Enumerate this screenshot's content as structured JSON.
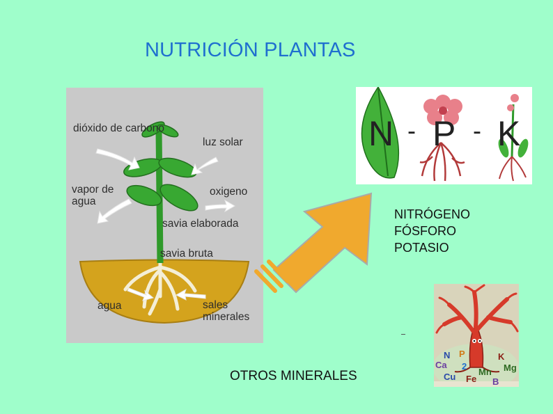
{
  "title": "NUTRICIÓN PLANTAS",
  "plant_diagram": {
    "labels": {
      "dioxido": "dióxido de carbono",
      "luz": "luz solar",
      "vapor": "vapor de agua",
      "oxigeno": "oxigeno",
      "savia_elaborada": "savia elaborada",
      "savia_bruta": "savia bruta",
      "agua": "agua",
      "sales": "sales minerales"
    }
  },
  "npk_graphic": {
    "letters": [
      "N",
      "P",
      "K"
    ],
    "dash": "-"
  },
  "nutrients": [
    "NITRÓGENO",
    "FÓSFORO",
    "POTASIO"
  ],
  "other_minerals": "OTROS MINERALES",
  "tree_graphic": {
    "symbols": [
      "N",
      "P",
      "K",
      "Ca",
      "2",
      "Mn",
      "Mg",
      "Cu",
      "Fe",
      "B"
    ]
  },
  "colors": {
    "background": "#9ffecb",
    "title": "#1f6fcf",
    "arrow": "#f0a92e",
    "leaf_green": "#2f9a2a",
    "soil": "#d4a31d",
    "tree_red": "#d63a2a"
  }
}
